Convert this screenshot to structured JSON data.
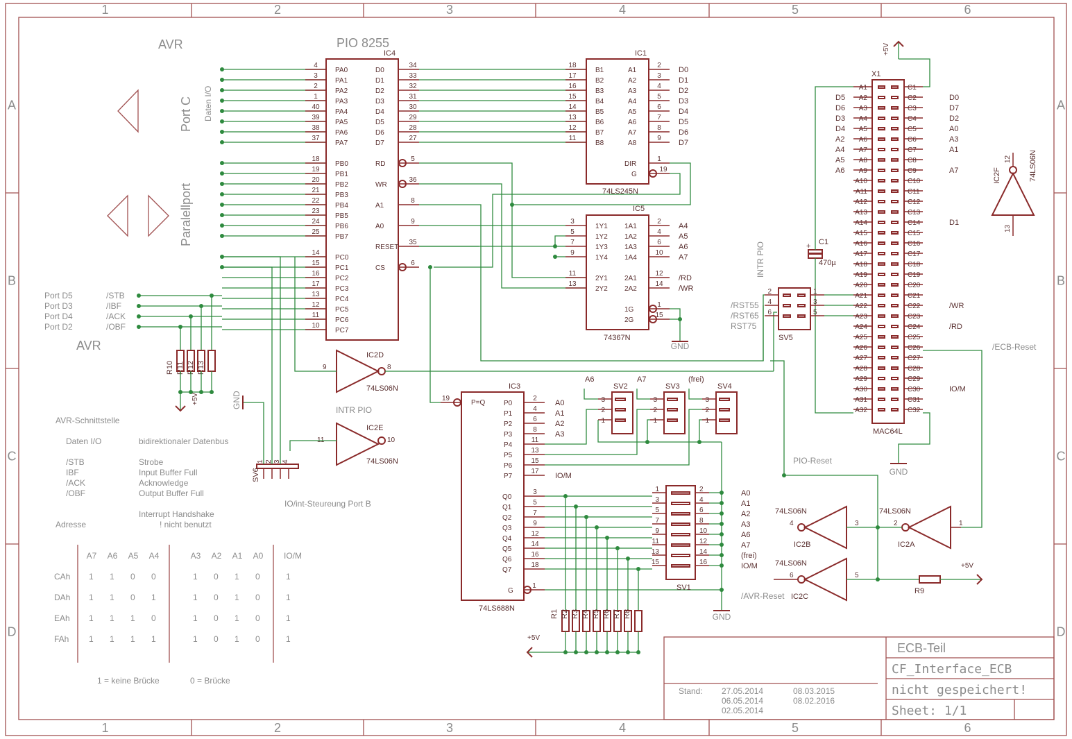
{
  "frame": {
    "columns": [
      "1",
      "2",
      "3",
      "4",
      "5",
      "6"
    ],
    "rows": [
      "A",
      "B",
      "C",
      "D"
    ]
  },
  "labels": {
    "avr_top": "AVR",
    "avr_bottom": "AVR",
    "port_c": "Port C",
    "daten_io": "Daten I/O",
    "paralellport": "Paralellport",
    "intr_pio_top": "INTR PIO",
    "intr_pio_side": "INTR PIO",
    "pio_reset": "PIO-Reset",
    "io_int": "IO/int-Steureung Port B",
    "gnd_sv6": "GND",
    "plus5v_res": "+5V",
    "plus5v_r1": "+5V",
    "plus5v_x1": "+5V",
    "plus5v_r9": "+5V",
    "gnd_ic1": "GND",
    "gnd_x1": "GND",
    "gnd_sv1": "GND",
    "ecb_reset": "/ECB-Reset",
    "avr_reset": "/AVR-Reset",
    "rst55": "/RST55",
    "rst65": "/RST65",
    "rst75": "RST75",
    "sv3_frei": "(frei)"
  },
  "ports": {
    "port_d_names": [
      "Port D5",
      "Port D3",
      "Port D4",
      "Port D2"
    ],
    "port_d_signals": [
      "/STB",
      "/IBF",
      "/ACK",
      "/OBF"
    ]
  },
  "ic4": {
    "title": "PIO 8255",
    "ref": "IC4",
    "left_names": [
      "PA0",
      "PA1",
      "PA2",
      "PA3",
      "PA4",
      "PA5",
      "PA6",
      "PA7",
      "PB0",
      "PB1",
      "PB2",
      "PB3",
      "PB4",
      "PB5",
      "PB6",
      "PB7",
      "PC0",
      "PC1",
      "PC2",
      "PC3",
      "PC4",
      "PC5",
      "PC6",
      "PC7"
    ],
    "left_nums": [
      "4",
      "3",
      "2",
      "1",
      "40",
      "39",
      "38",
      "37",
      "18",
      "19",
      "20",
      "21",
      "22",
      "23",
      "24",
      "25",
      "14",
      "15",
      "16",
      "17",
      "13",
      "12",
      "11",
      "10"
    ],
    "right_names": [
      "D0",
      "D1",
      "D2",
      "D3",
      "D4",
      "D5",
      "D6",
      "D7",
      "RD",
      "WR",
      "A1",
      "A0",
      "RESET",
      "CS"
    ],
    "right_nums": [
      "34",
      "33",
      "32",
      "31",
      "30",
      "29",
      "28",
      "27",
      "5",
      "36",
      "8",
      "9",
      "35",
      "6"
    ]
  },
  "ic1": {
    "ref": "IC1",
    "part": "74LS245N",
    "b_names": [
      "B1",
      "B2",
      "B3",
      "B4",
      "B5",
      "B6",
      "B7",
      "B8"
    ],
    "b_nums": [
      "18",
      "17",
      "16",
      "15",
      "14",
      "13",
      "12",
      "11"
    ],
    "a_names": [
      "A1",
      "A2",
      "A3",
      "A4",
      "A5",
      "A6",
      "A7",
      "A8"
    ],
    "a_nums": [
      "2",
      "3",
      "4",
      "5",
      "6",
      "7",
      "8",
      "9"
    ],
    "d_labels": [
      "D0",
      "D1",
      "D2",
      "D3",
      "D4",
      "D5",
      "D6",
      "D7"
    ],
    "dir": "DIR",
    "g": "G",
    "dir_num": "1",
    "g_num": "19"
  },
  "ic5": {
    "ref": "IC5",
    "part": "74367N",
    "y_names": [
      "1Y1",
      "1Y2",
      "1Y3",
      "1Y4",
      "2Y1",
      "2Y2"
    ],
    "y_nums": [
      "3",
      "5",
      "7",
      "9",
      "11",
      "13"
    ],
    "a_names": [
      "1A1",
      "1A2",
      "1A3",
      "1A4",
      "2A1",
      "2A2",
      "1G",
      "2G"
    ],
    "a_nums": [
      "2",
      "4",
      "6",
      "10",
      "12",
      "14",
      "1",
      "15"
    ],
    "sig": [
      "A4",
      "A5",
      "A6",
      "A7",
      "/RD",
      "/WR"
    ]
  },
  "ic3": {
    "ref": "IC3",
    "part": "74LS688N",
    "peq": "P=Q",
    "peq_num": "19",
    "p_names": [
      "P0",
      "P1",
      "P2",
      "P3",
      "P4",
      "P5",
      "P6",
      "P7"
    ],
    "p_nums": [
      "2",
      "4",
      "6",
      "8",
      "11",
      "13",
      "15",
      "17"
    ],
    "p_sig": [
      "A0",
      "A1",
      "A2",
      "A3",
      "",
      "",
      "",
      "IO/M"
    ],
    "q_names": [
      "Q0",
      "Q1",
      "Q2",
      "Q3",
      "Q4",
      "Q5",
      "Q6",
      "Q7"
    ],
    "q_nums": [
      "3",
      "5",
      "7",
      "9",
      "12",
      "14",
      "16",
      "18"
    ],
    "g": "G",
    "g_num": "1"
  },
  "sv1": {
    "ref": "SV1",
    "left_nums": [
      "1",
      "3",
      "5",
      "7",
      "9",
      "11",
      "13",
      "15"
    ],
    "right_nums": [
      "2",
      "4",
      "6",
      "8",
      "10",
      "12",
      "14",
      "16"
    ],
    "sig": [
      "A0",
      "A1",
      "A2",
      "A3",
      "A6",
      "A7",
      "(frei)",
      "IO/M"
    ]
  },
  "small_headers": {
    "sv2": "SV2",
    "sv3": "SV3",
    "sv4": "SV4",
    "sv5": "SV5",
    "sv6": "SV6",
    "pins3": [
      "3",
      "2",
      "1"
    ],
    "sv2_sig": "A6",
    "sv3_sig": "A7",
    "sv5_left": [
      "2",
      "4",
      "6"
    ],
    "sv5_right": [
      "1",
      "3",
      "5"
    ],
    "sv6_pins": [
      "1",
      "2",
      "3",
      "4"
    ]
  },
  "gates": {
    "ic2d": {
      "ref": "IC2D",
      "part": "74LS06N",
      "in": "9",
      "out": "8"
    },
    "ic2e": {
      "ref": "IC2E",
      "part": "74LS06N",
      "in": "11",
      "out": "10"
    },
    "ic2f": {
      "ref": "IC2F",
      "part": "74LS06N",
      "a": "12",
      "b": "13"
    },
    "ic2b": {
      "ref": "IC2B",
      "part": "74LS06N",
      "in": "3",
      "out": "4"
    },
    "ic2a": {
      "ref": "IC2A",
      "part": "74LS06N",
      "in": "1",
      "out": "2"
    },
    "ic2c": {
      "ref": "IC2C",
      "part": "74LS06N",
      "in": "5",
      "out": "6"
    }
  },
  "resistors": {
    "res_top": [
      "R13",
      "R12",
      "R11",
      "R10"
    ],
    "res_bottom": [
      "R1",
      "R2",
      "R3",
      "R4",
      "R5",
      "R6",
      "R7",
      "R8"
    ],
    "r9": "R9"
  },
  "c1": {
    "ref": "C1",
    "value": "470µ",
    "plus": "+"
  },
  "x1": {
    "ref": "X1",
    "part": "MAC64L",
    "a_pins": [
      "A1",
      "A2",
      "A3",
      "A4",
      "A5",
      "A6",
      "A7",
      "A8",
      "A9",
      "A10",
      "A11",
      "A12",
      "A13",
      "A14",
      "A15",
      "A16",
      "A17",
      "A18",
      "A19",
      "A20",
      "A21",
      "A22",
      "A23",
      "A24",
      "A25",
      "A26",
      "A27",
      "A28",
      "A29",
      "A30",
      "A31",
      "A32"
    ],
    "c_pins": [
      "C1",
      "C2",
      "C3",
      "C4",
      "C5",
      "C6",
      "C7",
      "C8",
      "C9",
      "C10",
      "C11",
      "C12",
      "C13",
      "C14",
      "C15",
      "C16",
      "C17",
      "C18",
      "C19",
      "C20",
      "C21",
      "C22",
      "C23",
      "C24",
      "C25",
      "C26",
      "C27",
      "C28",
      "C29",
      "C30",
      "C31",
      "C32"
    ],
    "left_sig": [
      "",
      "D5",
      "D6",
      "D3",
      "D4",
      "A2",
      "A4",
      "A5",
      "A6"
    ],
    "right_sig": [
      {
        "row": 2,
        "text": "D0"
      },
      {
        "row": 3,
        "text": "D7"
      },
      {
        "row": 4,
        "text": "D2"
      },
      {
        "row": 5,
        "text": "A0"
      },
      {
        "row": 6,
        "text": "A3"
      },
      {
        "row": 7,
        "text": "A1"
      },
      {
        "row": 9,
        "text": "A7"
      },
      {
        "row": 14,
        "text": "D1"
      },
      {
        "row": 22,
        "text": "/WR"
      },
      {
        "row": 24,
        "text": "/RD"
      },
      {
        "row": 30,
        "text": "IO/M"
      }
    ]
  },
  "notes": {
    "title": "AVR-Schnittstelle",
    "rows": [
      [
        "Daten I/O",
        "bidirektionaler Datenbus"
      ],
      [
        "/STB",
        "Strobe"
      ],
      [
        "IBF",
        "Input Buffer Full"
      ],
      [
        "/ACK",
        "Acknowledge"
      ],
      [
        "/OBF",
        "Output Buffer Full"
      ]
    ],
    "handshake1": "Interrupt Handshake",
    "handshake2": "! nicht benutzt",
    "adresse": "Adresse"
  },
  "addr_table": {
    "headers": [
      "A7",
      "A6",
      "A5",
      "A4",
      "A3",
      "A2",
      "A1",
      "A0",
      "IO/M"
    ],
    "rows": [
      {
        "name": "CAh",
        "vals": [
          "1",
          "1",
          "0",
          "0",
          "1",
          "0",
          "1",
          "0",
          "1"
        ]
      },
      {
        "name": "DAh",
        "vals": [
          "1",
          "1",
          "0",
          "1",
          "1",
          "0",
          "1",
          "0",
          "1"
        ]
      },
      {
        "name": "EAh",
        "vals": [
          "1",
          "1",
          "1",
          "0",
          "1",
          "0",
          "1",
          "0",
          "1"
        ]
      },
      {
        "name": "FAh",
        "vals": [
          "1",
          "1",
          "1",
          "1",
          "1",
          "0",
          "1",
          "0",
          "1"
        ]
      }
    ],
    "legend": [
      "1 = keine Brücke",
      "0 = Brücke"
    ]
  },
  "titleblock": {
    "sheet_name": "ECB-Teil",
    "drawing": "CF_Interface_ECB",
    "status": "nicht gespeichert!",
    "sheet": "Sheet: 1/1",
    "stand_label": "Stand:",
    "dates1": [
      "27.05.2014",
      "06.05.2014",
      "02.05.2014"
    ],
    "dates2": [
      "08.03.2015",
      "08.02.2016"
    ]
  }
}
